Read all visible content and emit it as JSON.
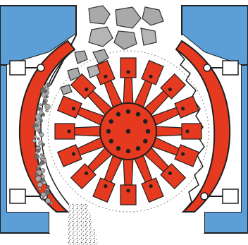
{
  "diagram": {
    "kind": "impact-crusher-cross-section",
    "colors": {
      "background": "#ffffff",
      "housing_fill": "#5b9fd6",
      "housing_stroke": "#1f1f1f",
      "liner_red": "#e53a1f",
      "liner_stroke": "#1f1f1f",
      "rotor_red": "#e53a1f",
      "bolt_hole": "#1f1f1f",
      "rock_gray": "#a9a9a9",
      "rock_dark": "#6f6f6f",
      "chute_white": "#ffffff",
      "motion_arc": "#8a8a8a"
    },
    "rotor": {
      "hammer_count": 16,
      "hub_bolt_count": 12
    },
    "icons": {
      "feed": "rock-chunks-icon",
      "output": "gravel-output-icon",
      "adjusters": "bolt-adjuster-icon"
    }
  }
}
